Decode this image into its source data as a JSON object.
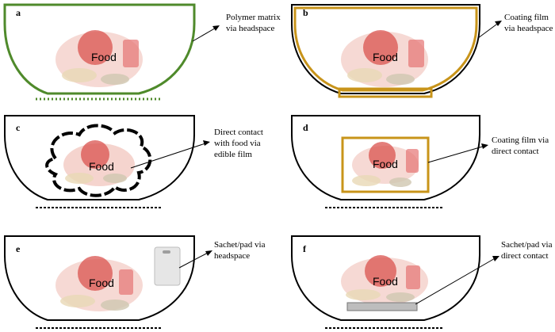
{
  "colors": {
    "outline": "#000000",
    "polymer_green": "#4f8a2b",
    "coating_gold": "#c8941a",
    "food_red": "#d9534f",
    "food_light": "#f2c9c2",
    "sachet": "#e6e6e6"
  },
  "panels": [
    {
      "label": "a",
      "food": "Food",
      "annotation": [
        "Polymer matrix",
        "via headspace"
      ]
    },
    {
      "label": "b",
      "food": "Food",
      "annotation": [
        "Coating film",
        "via headspace"
      ]
    },
    {
      "label": "c",
      "food": "Food",
      "annotation": [
        "Direct contact",
        "with food via",
        "edible film"
      ]
    },
    {
      "label": "d",
      "food": "Food",
      "annotation": [
        "Coating film via",
        "direct contact"
      ]
    },
    {
      "label": "e",
      "food": "Food",
      "annotation": [
        "Sachet/pad via",
        "headspace"
      ]
    },
    {
      "label": "f",
      "food": "Food",
      "annotation": [
        "Sachet/pad via",
        "direct contact"
      ]
    }
  ]
}
